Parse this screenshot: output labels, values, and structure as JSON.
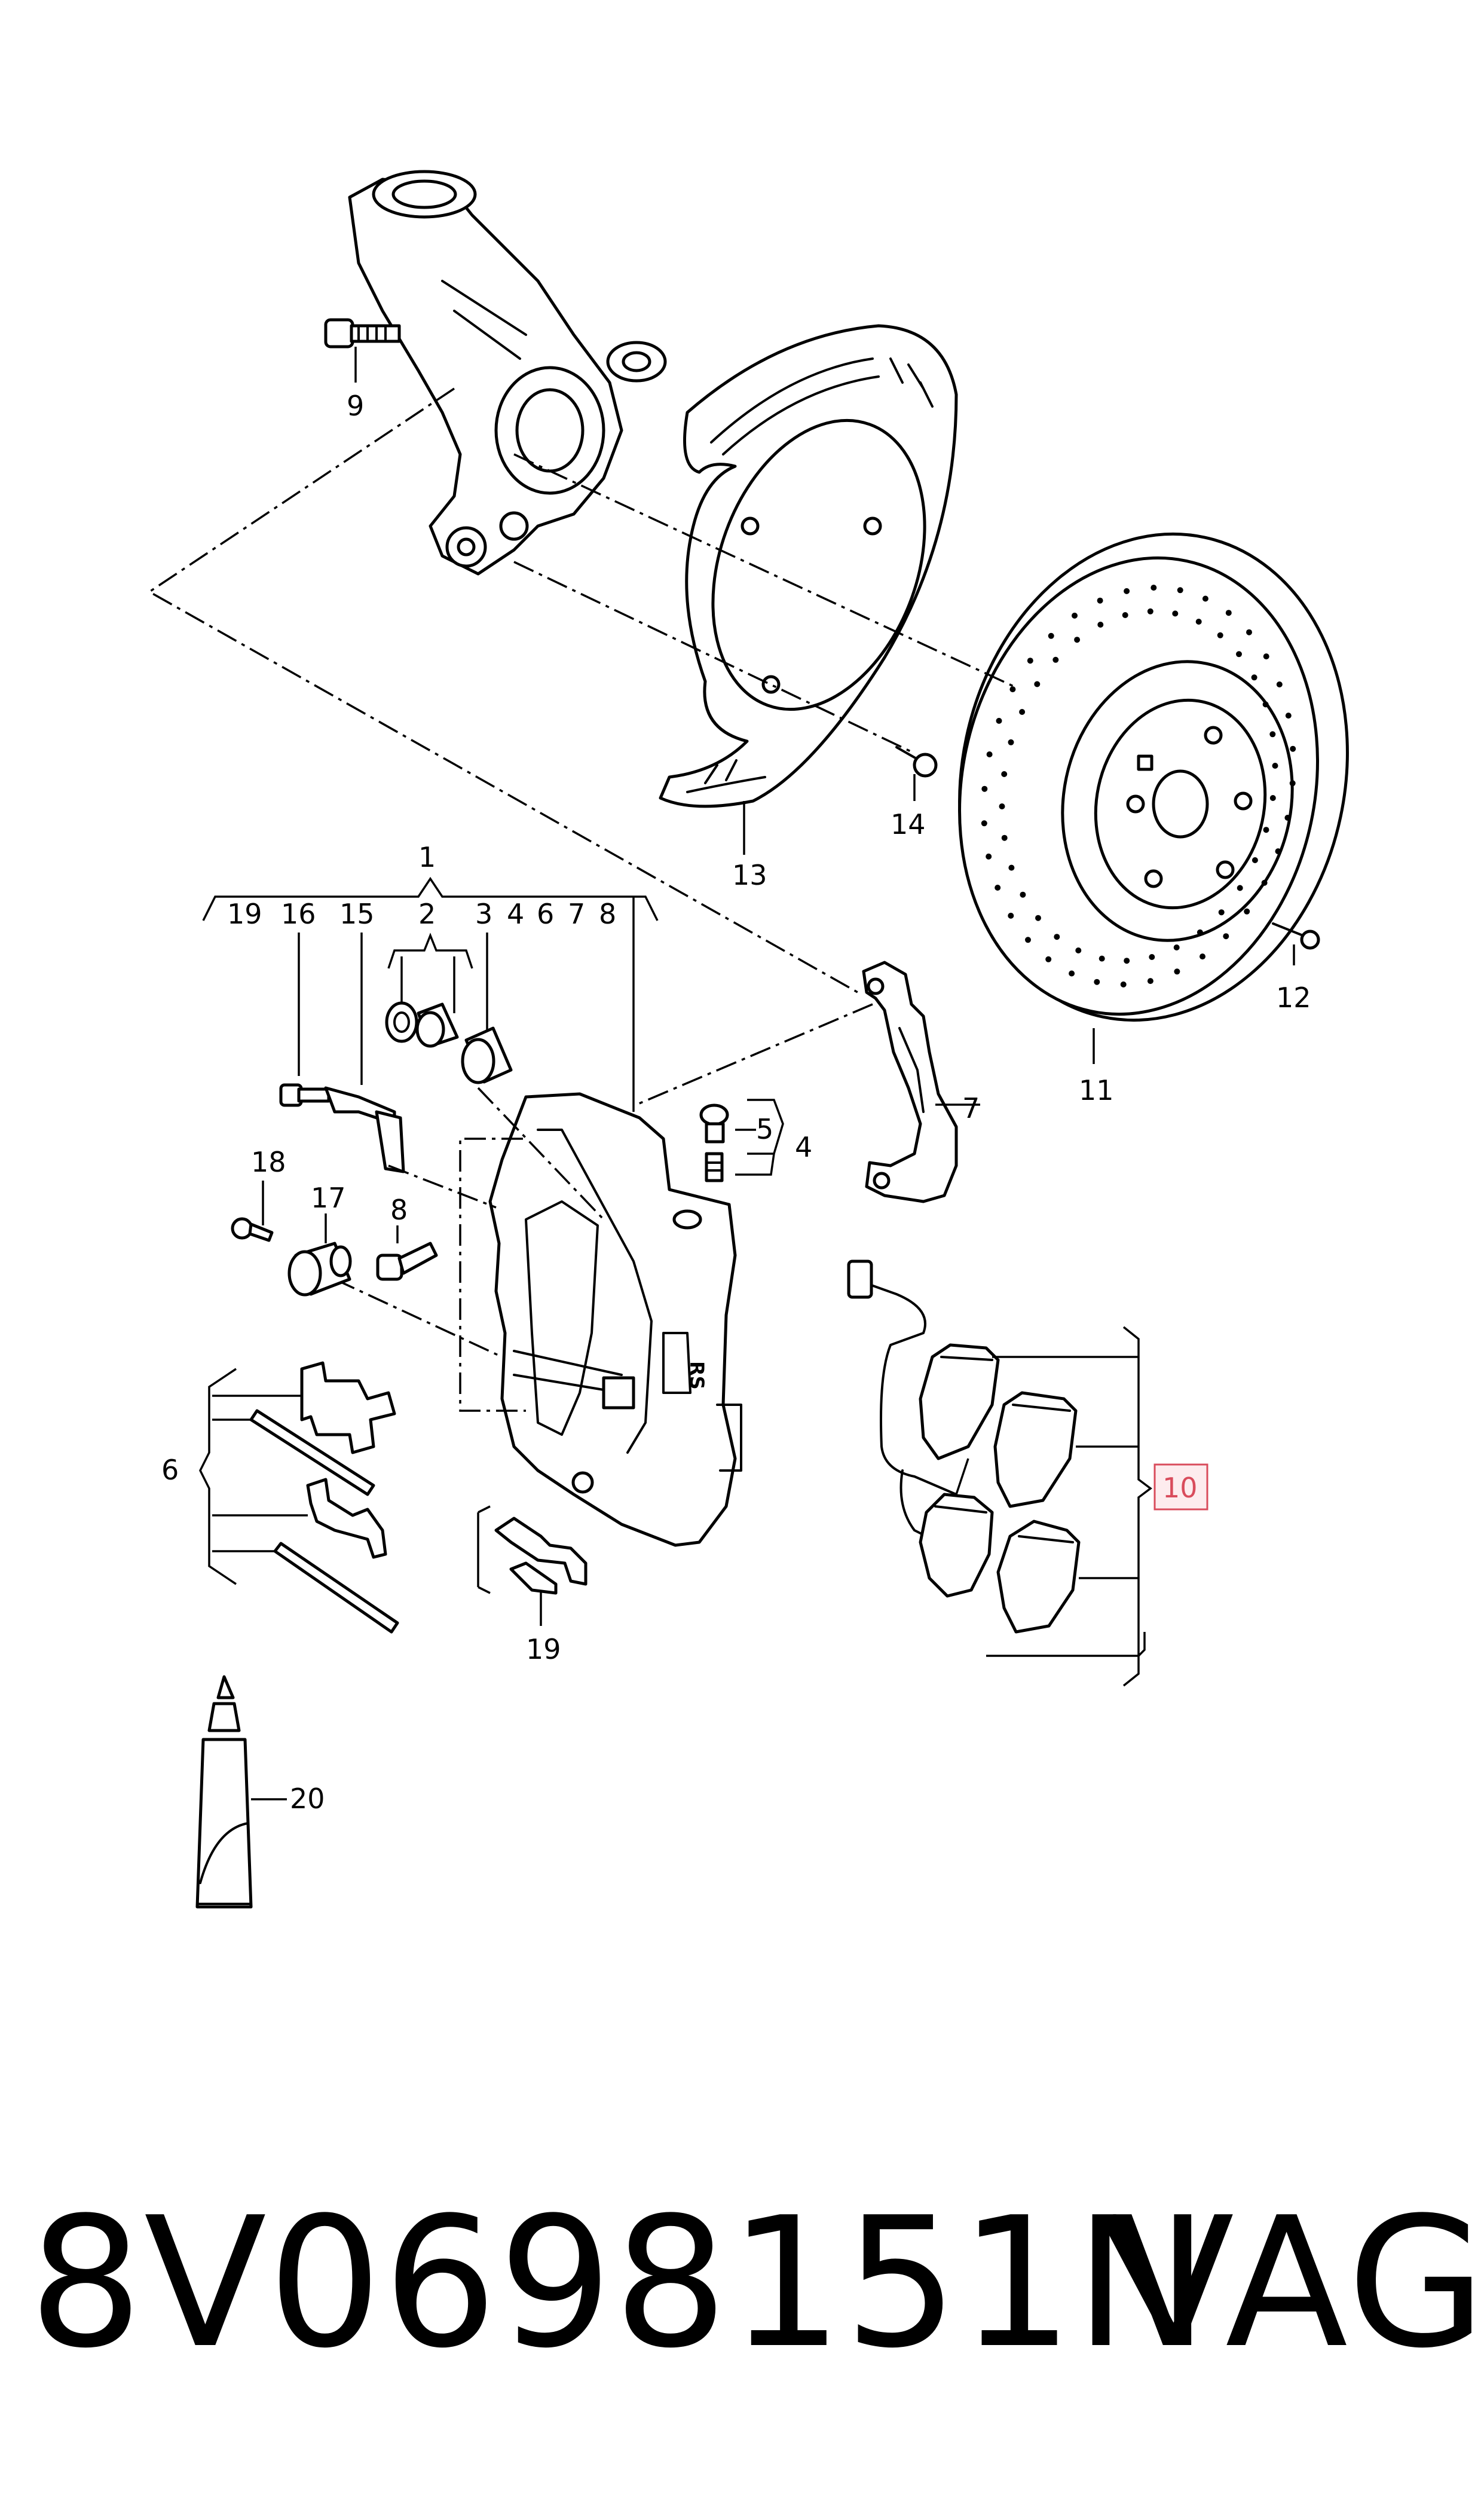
{
  "callouts": {
    "c1": "1",
    "c2": "2",
    "c3": "3",
    "c4": "4",
    "c5": "5",
    "c6": "6",
    "c7": "7",
    "c8": "8",
    "c9": "9",
    "c10": "10",
    "c11": "11",
    "c12": "12",
    "c13": "13",
    "c14": "14",
    "c15": "15",
    "c16": "16",
    "c17": "17",
    "c18": "18",
    "c19": "19",
    "c20": "20"
  },
  "group_row": [
    "19",
    "16",
    "15",
    "2",
    "3",
    "4",
    "6",
    "7",
    "8"
  ],
  "highlight": {
    "callout": "10",
    "color": "#d94c5c",
    "fill": "#fdecee"
  },
  "footer": {
    "part_number": "8V0698151N",
    "brand": "VAG"
  }
}
